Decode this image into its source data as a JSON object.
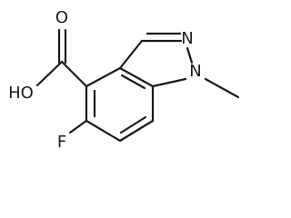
{
  "structure": {
    "atom_labels": {
      "hydroxyl": "HO",
      "carbonyl_oxygen": "O",
      "ring_nitrogen_2": "N",
      "ring_nitrogen_1": "N",
      "fluorine": "F"
    },
    "bond_color": "#1a1a1a",
    "background": "#ffffff"
  }
}
